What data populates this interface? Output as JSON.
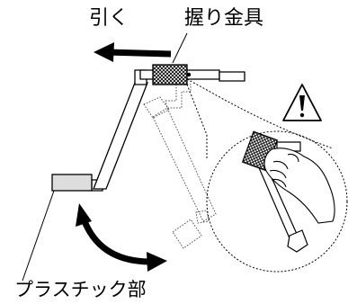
{
  "labels": {
    "pull": "引く",
    "grip": "握り金具",
    "plastic_part": "プラスチック部"
  },
  "icons": {
    "warning": "warning-triangle-icon",
    "warning_glyph": "!"
  },
  "colors": {
    "line": "#000000",
    "plastic_fill": "#dddddd",
    "background": "#ffffff"
  }
}
